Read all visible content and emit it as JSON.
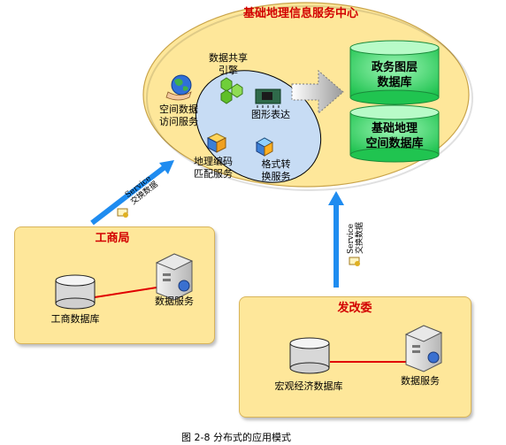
{
  "center": {
    "title": "基础地理信息服务中心",
    "spatial_access_line1": "空间数据",
    "spatial_access_line2": "访问服务",
    "share_engine_line1": "数据共享",
    "share_engine_line2": "引擎",
    "graphic_render": "图形表达",
    "geocode_line1": "地理编码",
    "geocode_line2": "匹配服务",
    "format_line1": "格式转",
    "format_line2": "换服务",
    "db1_line1": "政务图层",
    "db1_line2": "数据库",
    "db2_line1": "基础地理",
    "db2_line2": "空间数据库"
  },
  "left_arrow": {
    "line1": "Service",
    "line2": "交换数据"
  },
  "right_arrow": {
    "line1": "Service",
    "line2": "交换数据"
  },
  "gongshang": {
    "title": "工商局",
    "db_label": "工商数据库",
    "server_label": "数据服务"
  },
  "fagai": {
    "title": "发改委",
    "db_label": "宏观经济数据库",
    "server_label": "数据服务"
  },
  "caption": "图 2-8 分布式的应用模式",
  "colors": {
    "ellipse_fill": "#fee79a",
    "inner_ellipse": "#c7dcf4",
    "db_green": "#2ee065",
    "arrow_blue": "#1f8cf0",
    "link_red": "#e00000",
    "title_red": "#d20000"
  }
}
